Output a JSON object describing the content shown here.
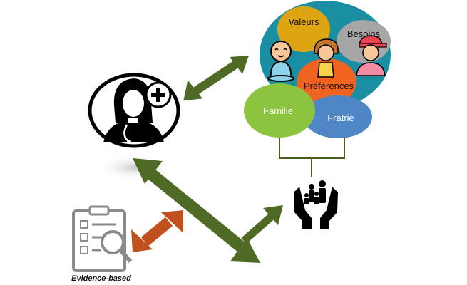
{
  "labels": {
    "valeurs": "Valeurs",
    "besoins": "Besoins",
    "preferences": "Préférences",
    "famille": "Famille",
    "fratrie": "Fratrie",
    "evidence": "Evidence-based"
  },
  "colors": {
    "arrow_green": "#4f6a25",
    "arrow_orange": "#c0501e",
    "big_circle": "#1a8fa4",
    "valeurs": "#dca511",
    "besoins": "#a6a6a6",
    "preferences": "#f16321",
    "famille": "#8cc43f",
    "fratrie": "#4f86c6",
    "connector": "#4a5d1c"
  },
  "icons": [
    "doctor-icon",
    "baby-icon",
    "girl-icon",
    "boy-icon",
    "caring-hands-family-icon",
    "checklist-magnifier-icon"
  ]
}
